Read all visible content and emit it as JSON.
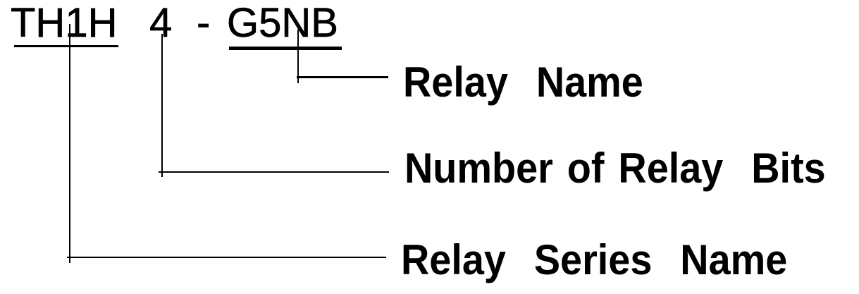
{
  "part_code": {
    "series": "TH1H",
    "bit_count": "4",
    "separator": "-",
    "relay": "G5NB"
  },
  "callouts": {
    "relay_name": "Relay  Name",
    "relay_bits": "Number of Relay  Bits",
    "series_name": "Relay  Series  Name"
  },
  "colors": {
    "ink": "#000000",
    "background": "#ffffff"
  }
}
